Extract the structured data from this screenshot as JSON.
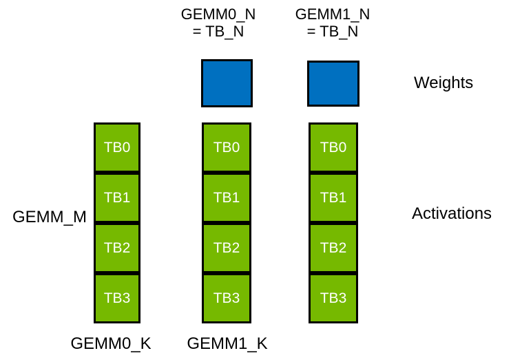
{
  "diagram": {
    "title_headers": [
      {
        "line1": "GEMM0_N",
        "line2": "= TB_N"
      },
      {
        "line1": "GEMM1_N",
        "line2": "= TB_N"
      }
    ],
    "side_labels": {
      "weights": "Weights",
      "activations": "Activations",
      "gemm_m": "GEMM_M"
    },
    "bottom_labels": [
      "GEMM0_K",
      "GEMM1_K"
    ],
    "activation_columns": [
      {
        "blocks": [
          "TB0",
          "TB1",
          "TB2",
          "TB3"
        ]
      },
      {
        "blocks": [
          "TB0",
          "TB1",
          "TB2",
          "TB3"
        ]
      },
      {
        "blocks": [
          "TB0",
          "TB1",
          "TB2",
          "TB3"
        ]
      }
    ],
    "weight_block_count": 2,
    "colors": {
      "activation_green": "#76B900",
      "weight_blue": "#0070C0",
      "border": "#000000",
      "block_label_text": "#FFFFFF",
      "diagram_text": "#000000",
      "background": "#FFFFFF"
    }
  }
}
